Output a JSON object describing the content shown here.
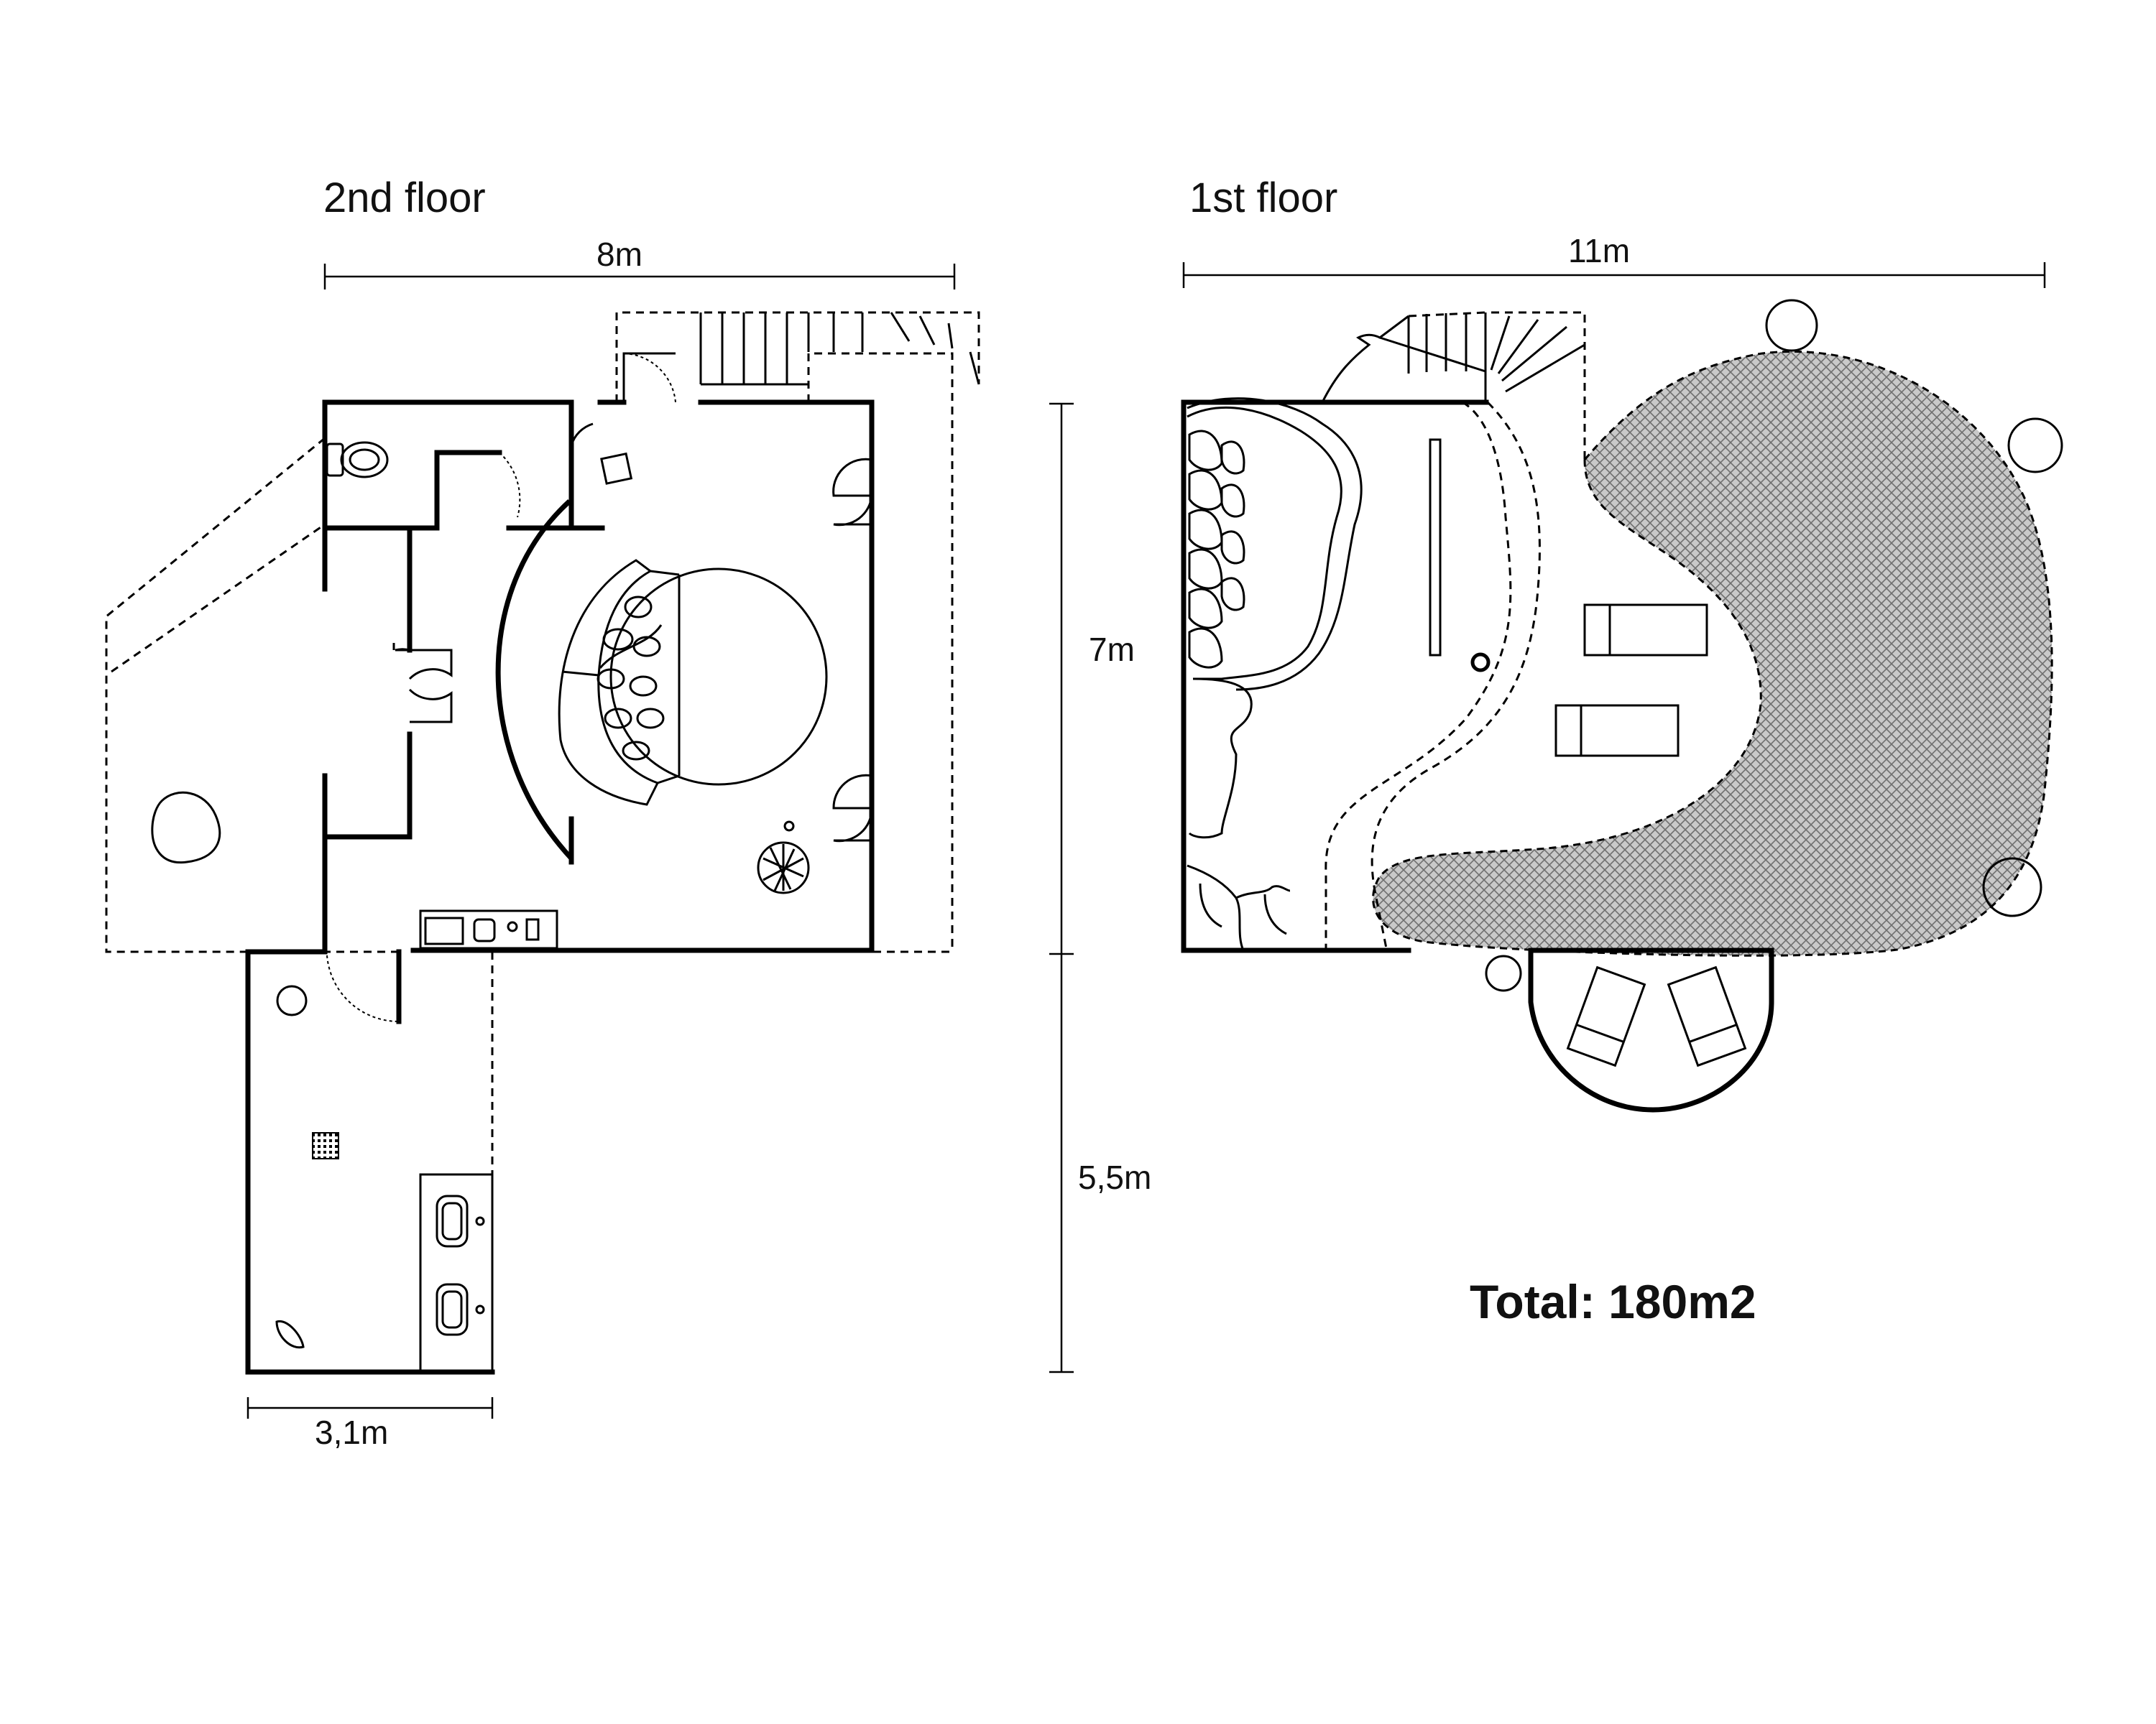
{
  "labels": {
    "floor2_title": "2nd floor",
    "floor1_title": "1st floor",
    "dim_8m": "8m",
    "dim_11m": "11m",
    "dim_7m": "7m",
    "dim_5_5m": "5,5m",
    "dim_3_1m": "3,1m",
    "total": "Total: 180m2"
  },
  "colors": {
    "line": "#000000",
    "hatch": "#7a7a7a",
    "background": "#ffffff"
  }
}
